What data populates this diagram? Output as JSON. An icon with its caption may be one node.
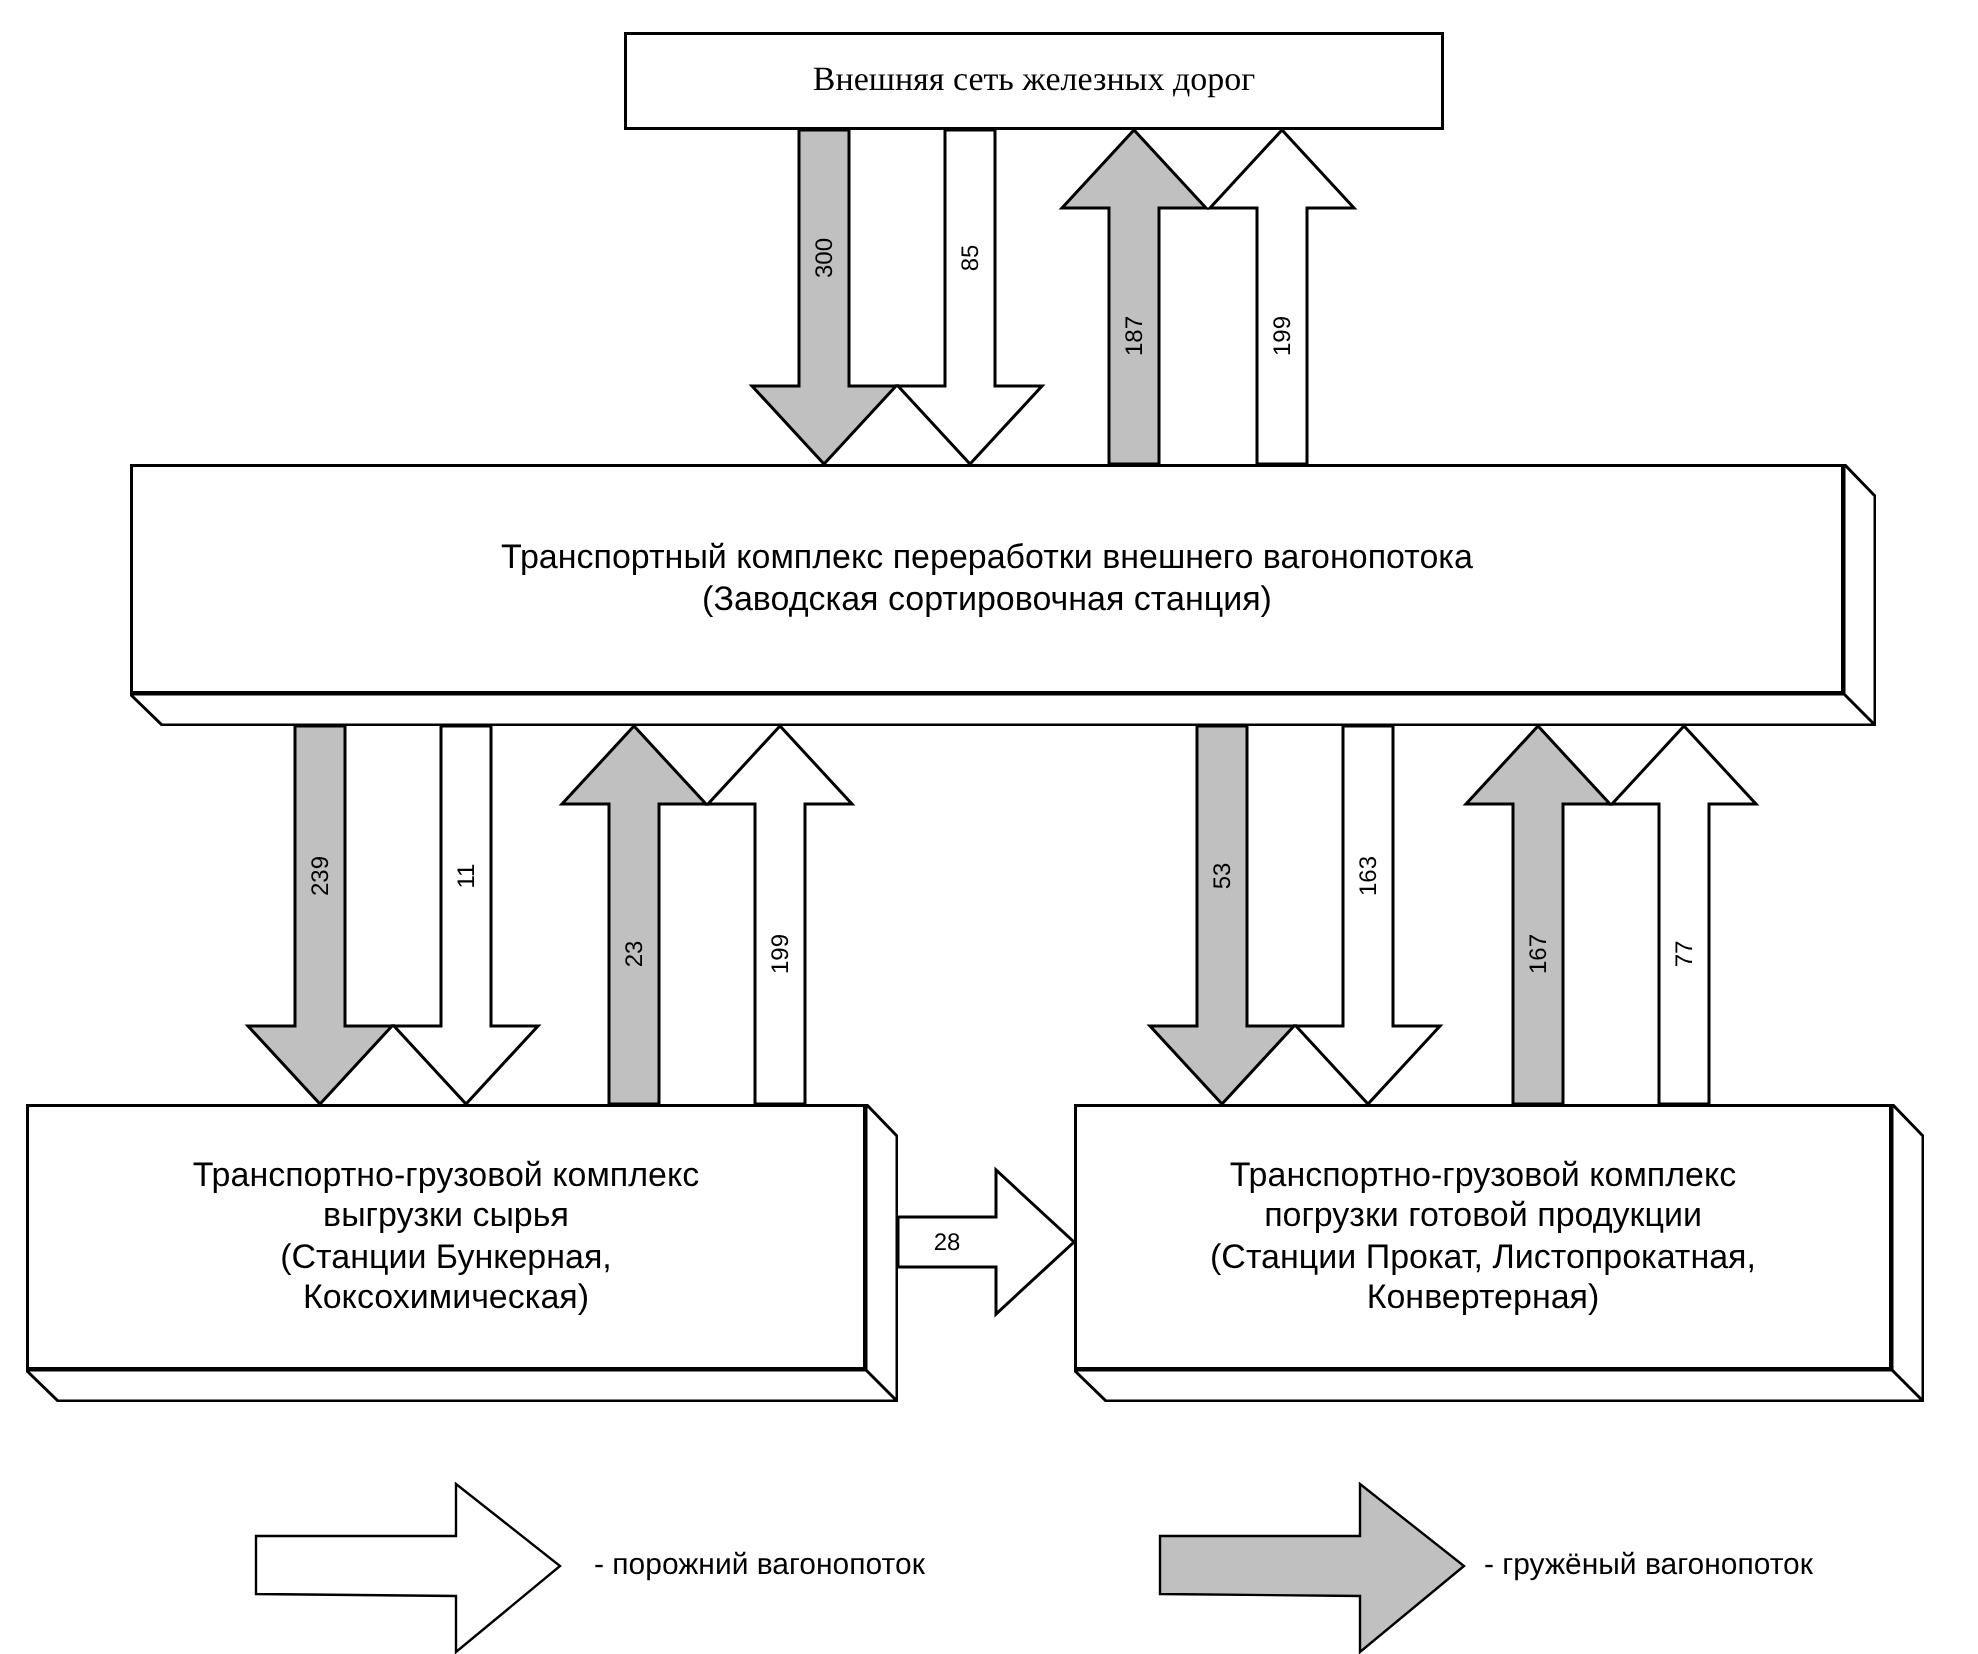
{
  "diagram": {
    "nodes": [
      {
        "text": [
          "Внешняя сеть железных дорог"
        ]
      },
      {
        "text": [
          "Транспортный комплекс переработки внешнего вагонопотока",
          "(Заводская сортировочная станция)"
        ]
      },
      {
        "text": [
          "Транспортно-грузовой комплекс выгрузки сырья",
          "(Станции Бункерная, Коксохимическая)"
        ]
      },
      {
        "text": [
          "Транспортно-грузовой комплекс погрузки готовой продукции",
          "(Станции Прокат, Листопрокатная, Конвертерная)"
        ]
      }
    ],
    "edges": [
      {
        "from": 0,
        "to": 1,
        "arrow": "to",
        "label": "300",
        "color": "#c0c0c0"
      },
      {
        "from": 0,
        "to": 1,
        "arrow": "to",
        "label": "85"
      },
      {
        "from": 1,
        "to": 0,
        "arrow": "to",
        "label": "187",
        "color": "#c0c0c0"
      },
      {
        "from": 1,
        "to": 0,
        "arrow": "to",
        "label": "199"
      },
      {
        "from": 1,
        "to": 2,
        "arrow": "to",
        "label": "239",
        "color": "#c0c0c0"
      },
      {
        "from": 1,
        "to": 2,
        "arrow": "to",
        "label": "11"
      },
      {
        "from": 2,
        "to": 1,
        "arrow": "to",
        "label": "23",
        "color": "#c0c0c0"
      },
      {
        "from": 2,
        "to": 1,
        "arrow": "to",
        "label": "199"
      },
      {
        "from": 1,
        "to": 3,
        "arrow": "to",
        "label": "53",
        "color": "#c0c0c0"
      },
      {
        "from": 1,
        "to": 3,
        "arrow": "to",
        "label": "163"
      },
      {
        "from": 3,
        "to": 1,
        "arrow": "to",
        "label": "167",
        "color": "#c0c0c0"
      },
      {
        "from": 3,
        "to": 1,
        "arrow": "to",
        "label": "77"
      },
      {
        "from": 2,
        "to": 3,
        "arrow": "to",
        "label": "28"
      }
    ],
    "legend": [
      {
        "text": "- порожний вагонопоток",
        "color": "#ffffff"
      },
      {
        "text": "- гружёный вагонопоток",
        "color": "#c0c0c0"
      }
    ]
  }
}
